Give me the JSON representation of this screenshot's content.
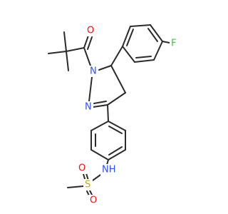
{
  "molecule": {
    "atoms": {
      "F": {
        "text": "F",
        "color": "#33cc33"
      },
      "O_acyl": {
        "text": "O",
        "color": "#ff0d0d"
      },
      "N1": {
        "text": "N",
        "color": "#3050f8"
      },
      "N2": {
        "text": "N",
        "color": "#3050f8"
      },
      "NH": {
        "text": "NH",
        "color": "#3050f8"
      },
      "O_s1": {
        "text": "O",
        "color": "#ff0d0d"
      },
      "S": {
        "text": "S",
        "color": "#c8a800"
      },
      "O_s2": {
        "text": "O",
        "color": "#ff0d0d"
      }
    },
    "bond_color": "#2b2b2b"
  }
}
